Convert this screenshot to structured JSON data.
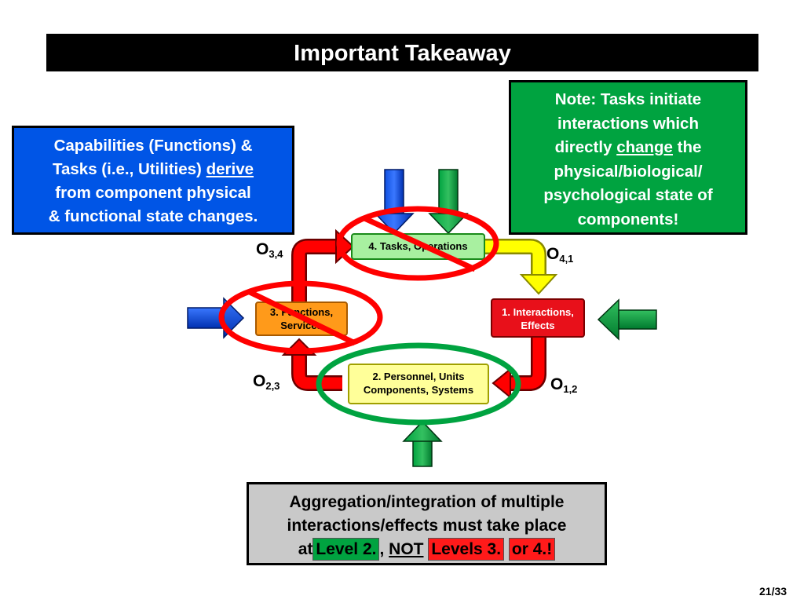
{
  "title": "Important Takeaway",
  "blue_note": {
    "line1": "Capabilities (Functions) &",
    "line2a": "Tasks (i.e., Utilities)",
    "line2b": "derive",
    "line3": "from component physical",
    "line4": "& functional state changes."
  },
  "green_note": {
    "line1": "Note: Tasks initiate",
    "line2": "interactions which",
    "line3a": "directly",
    "line3b": "change",
    "line3c": "the",
    "line4": "physical/biological/",
    "line5": "psychological state of",
    "line6": "components!"
  },
  "nodes": {
    "n4": "4. Tasks, Operations",
    "n3_line1": "3. Functions,",
    "n3_line2": "Services",
    "n1_line1": "1. Interactions,",
    "n1_line2": "Effects",
    "n2_line1": "2. Personnel, Units",
    "n2_line2": "Components, Systems"
  },
  "o_labels": {
    "o34": {
      "main": "O",
      "sub": "3,4"
    },
    "o41": {
      "main": "O",
      "sub": "4,1"
    },
    "o23": {
      "main": "O",
      "sub": "2,3"
    },
    "o12": {
      "main": "O",
      "sub": "1,2"
    }
  },
  "bottom_note": {
    "line1": "Aggregation/integration of multiple",
    "line2": "interactions/effects must take place",
    "line3_prefix": "at",
    "level2": "Level 2.",
    "comma": ",",
    "not": "NOT",
    "levels3": "Levels 3.",
    "or4": "or 4.!"
  },
  "page_number": "21/33",
  "colors": {
    "blue": "#0055e6",
    "green": "#00a340",
    "red": "#ff0000",
    "yellow": "#ffff00",
    "orange": "#ff9a1a"
  }
}
